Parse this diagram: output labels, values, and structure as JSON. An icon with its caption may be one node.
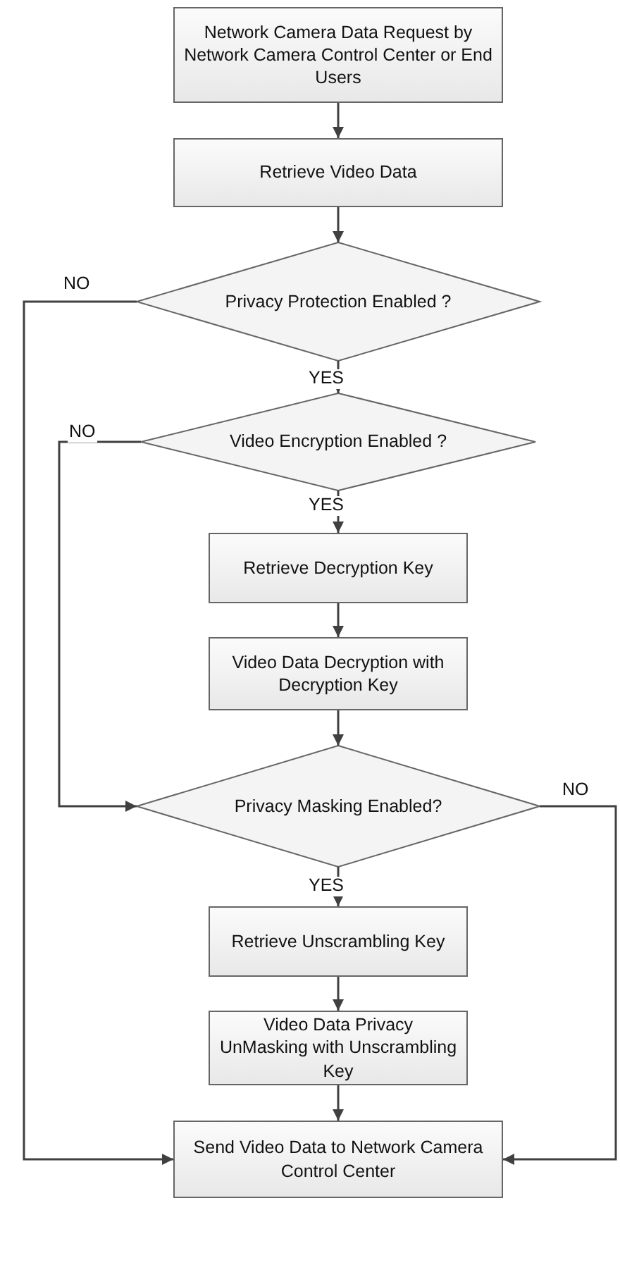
{
  "diagram": {
    "nodes": [
      {
        "text": [
          "Network Camera Data Request by Network Camera Control Center or End Users"
        ]
      },
      {
        "text": [
          "Retrieve Video Data"
        ]
      },
      {
        "text": [
          "Privacy Protection Enabled ?"
        ]
      },
      {
        "text": [
          "Video Encryption Enabled ?"
        ]
      },
      {
        "text": [
          "Retrieve Decryption Key"
        ]
      },
      {
        "text": [
          "Video Data Decryption with Decryption Key"
        ]
      },
      {
        "text": [
          "Privacy Masking Enabled?"
        ]
      },
      {
        "text": [
          "Retrieve Unscrambling Key"
        ]
      },
      {
        "text": [
          "Video Data Privacy UnMasking with Unscrambling Key"
        ]
      },
      {
        "text": [
          "Send Video Data to Network Camera Control Center"
        ]
      }
    ],
    "edges": [
      {
        "from": 0,
        "to": 1,
        "arrow": "to"
      },
      {
        "from": 1,
        "to": 2,
        "arrow": "to"
      },
      {
        "from": 2,
        "to": 3,
        "arrow": "to",
        "label": "YES"
      },
      {
        "from": 2,
        "to": 9,
        "arrow": "to",
        "label": "NO"
      },
      {
        "from": 3,
        "to": 4,
        "arrow": "to",
        "label": "YES"
      },
      {
        "from": 3,
        "to": 6,
        "arrow": "to",
        "label": "NO"
      },
      {
        "from": 4,
        "to": 5,
        "arrow": "to"
      },
      {
        "from": 5,
        "to": 6,
        "arrow": "to"
      },
      {
        "from": 6,
        "to": 7,
        "arrow": "to",
        "label": "YES"
      },
      {
        "from": 6,
        "to": 9,
        "arrow": "to",
        "label": "NO"
      },
      {
        "from": 7,
        "to": 8,
        "arrow": "to"
      },
      {
        "from": 8,
        "to": 9,
        "arrow": "to"
      }
    ]
  }
}
